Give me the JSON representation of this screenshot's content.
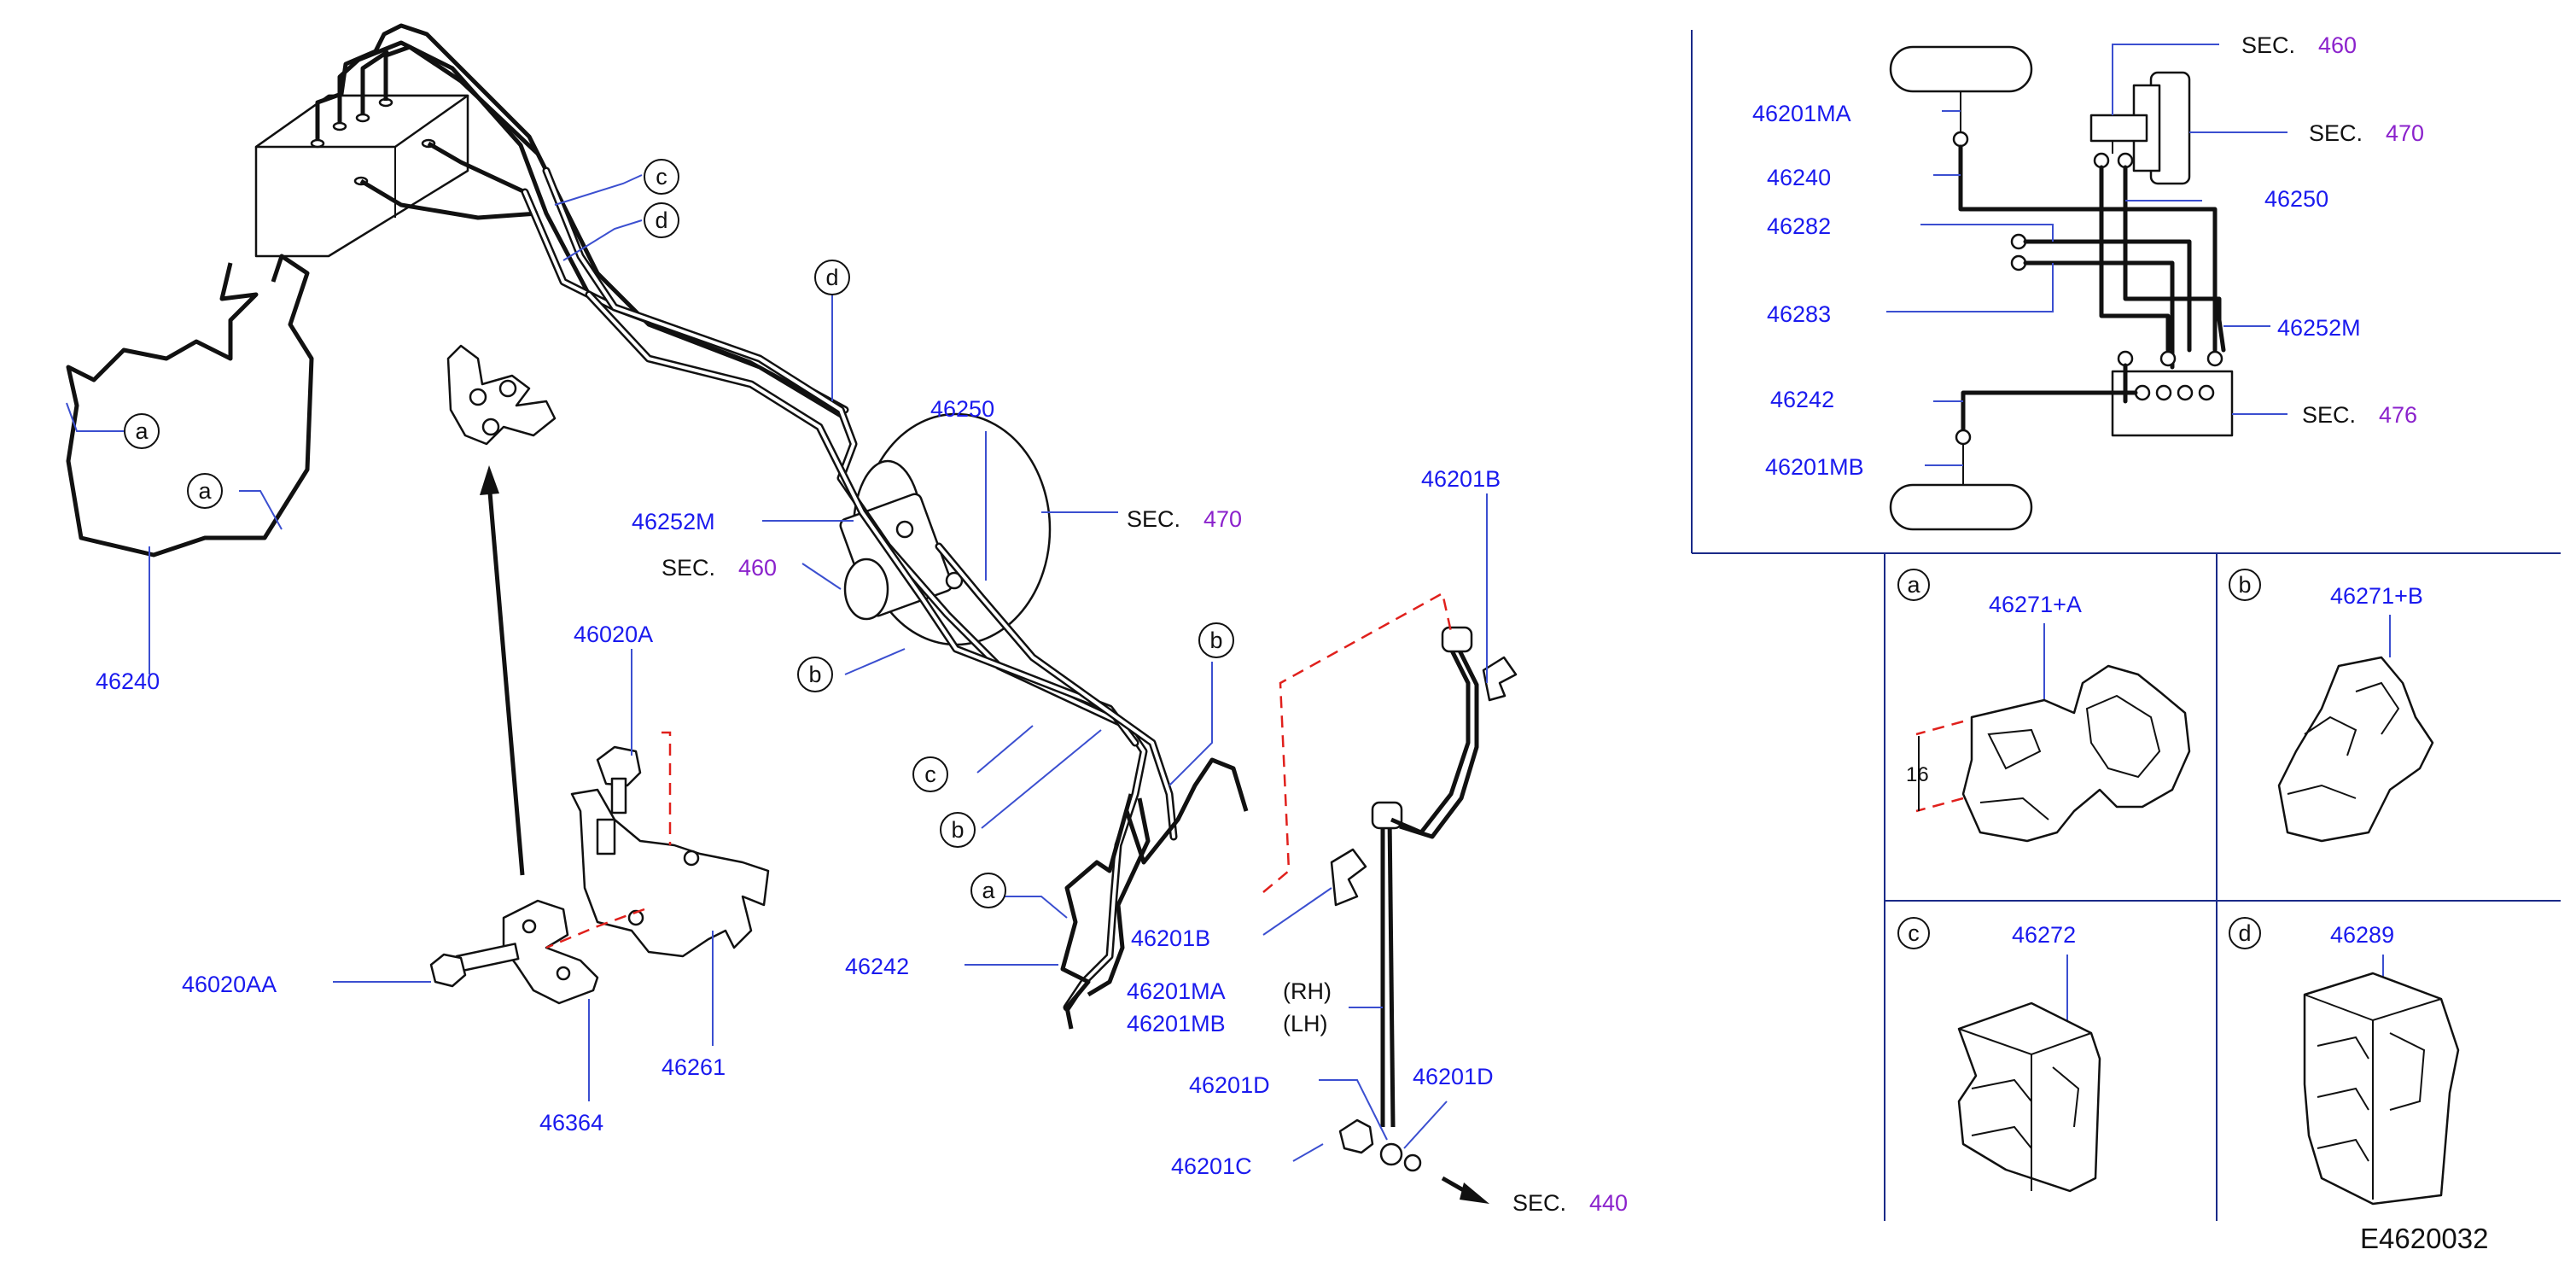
{
  "callouts": {
    "c": "c",
    "d": "d",
    "a": "a",
    "b": "b"
  },
  "labels": {
    "p46240": "46240",
    "p46020A": "46020A",
    "p46020AA": "46020AA",
    "p46364": "46364",
    "p46261": "46261",
    "p46250": "46250",
    "p46252M": "46252M",
    "p46242": "46242",
    "p46201B_top": "46201B",
    "p46201B_low": "46201B",
    "p46201MA": "46201MA",
    "p46201MB": "46201MB",
    "rh": "(RH)",
    "lh": "(LH)",
    "p46201D_l": "46201D",
    "p46201D_r": "46201D",
    "p46201C": "46201C",
    "sec": "SEC.",
    "s470": "470",
    "s460": "460",
    "s440": "440",
    "s476": "476"
  },
  "layout_diagram": {
    "p46201MA": "46201MA",
    "p46240": "46240",
    "p46282": "46282",
    "p46283": "46283",
    "p46242": "46242",
    "p46201MB": "46201MB",
    "p46250": "46250",
    "p46252M": "46252M"
  },
  "details": {
    "a_part": "46271+A",
    "b_part": "46271+B",
    "c_part": "46272",
    "d_part": "46289",
    "dimension": "16"
  },
  "drawing_code": "E4620032"
}
